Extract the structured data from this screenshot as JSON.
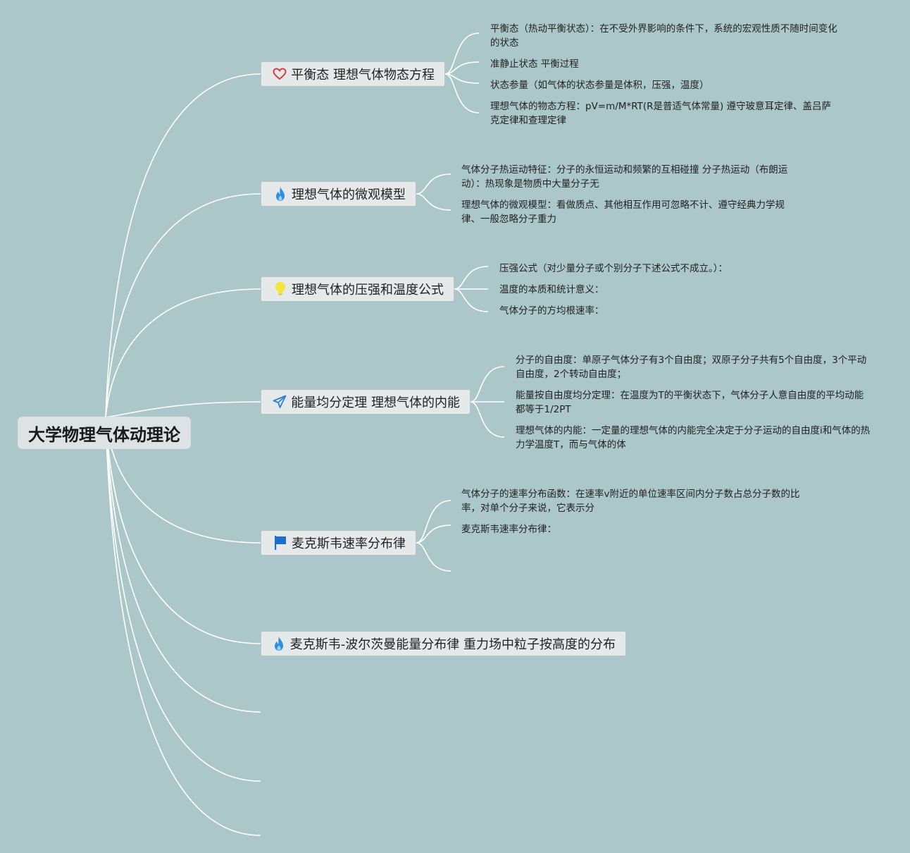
{
  "root": {
    "title": "大学物理气体动理论"
  },
  "topics": [
    {
      "icon": "heart-icon",
      "label": "平衡态 理想气体物态方程",
      "details": [
        "平衡态（热动平衡状态）：在不受外界影响的条件下，系统的宏观性质不随时间变化的状态",
        "准静止状态 平衡过程",
        "状态参量（如气体的状态参量是体积，压强，温度）",
        "理想气体的物态方程：pV=m/M*RT(R是普适气体常量) 遵守玻意耳定律、盖吕萨克定律和查理定律"
      ]
    },
    {
      "icon": "fire-icon",
      "label": "理想气体的微观模型",
      "details": [
        "气体分子热运动特征：分子的永恒运动和频繁的互相碰撞 分子热运动（布朗运动）：热现象是物质中大量分子无",
        "理想气体的微观模型：看做质点、其他相互作用可忽略不计、遵守经典力学规律、一般忽略分子重力"
      ]
    },
    {
      "icon": "lightbulb-icon",
      "label": "理想气体的压强和温度公式",
      "details": [
        "压强公式（对少量分子或个别分子下述公式不成立。）：￼￼￼ ￼",
        "温度的本质和统计意义：￼",
        "气体分子的方均根速率：￼"
      ]
    },
    {
      "icon": "paper-plane-icon",
      "label": "能量均分定理 理想气体的内能",
      "details": [
        "分子的自由度：单原子气体分子有3个自由度；双原子分子共有5个自由度，3个平动自由度，2个转动自由度；",
        "能量按自由度均分定理：在温度为T的平衡状态下，气体分子人意自由度的平均动能都等于1/2PT",
        "理想气体的内能：一定量的理想气体的内能完全决定于分子运动的自由度i和气体的热力学温度T，而与气体的体"
      ]
    },
    {
      "icon": "flag-icon",
      "label": "麦克斯韦速率分布律",
      "details": [
        "气体分子的速率分布函数：在速率v附近的单位速率区间内分子数占总分子数的比率，对单个分子来说，它表示分",
        "麦克斯韦速率分布律：￼"
      ]
    },
    {
      "icon": "fire-icon",
      "label": "麦克斯韦-波尔茨曼能量分布律 重力场中粒子按高度的分布",
      "details": []
    }
  ],
  "colors": {
    "background": "#abc7c9",
    "connector": "#ffffff",
    "heart": "#d93c3c",
    "fire": "#2e8fe0",
    "lightbulb": "#f5e63c",
    "paper_plane": "#2e7fd6",
    "flag": "#1f6fd0"
  }
}
